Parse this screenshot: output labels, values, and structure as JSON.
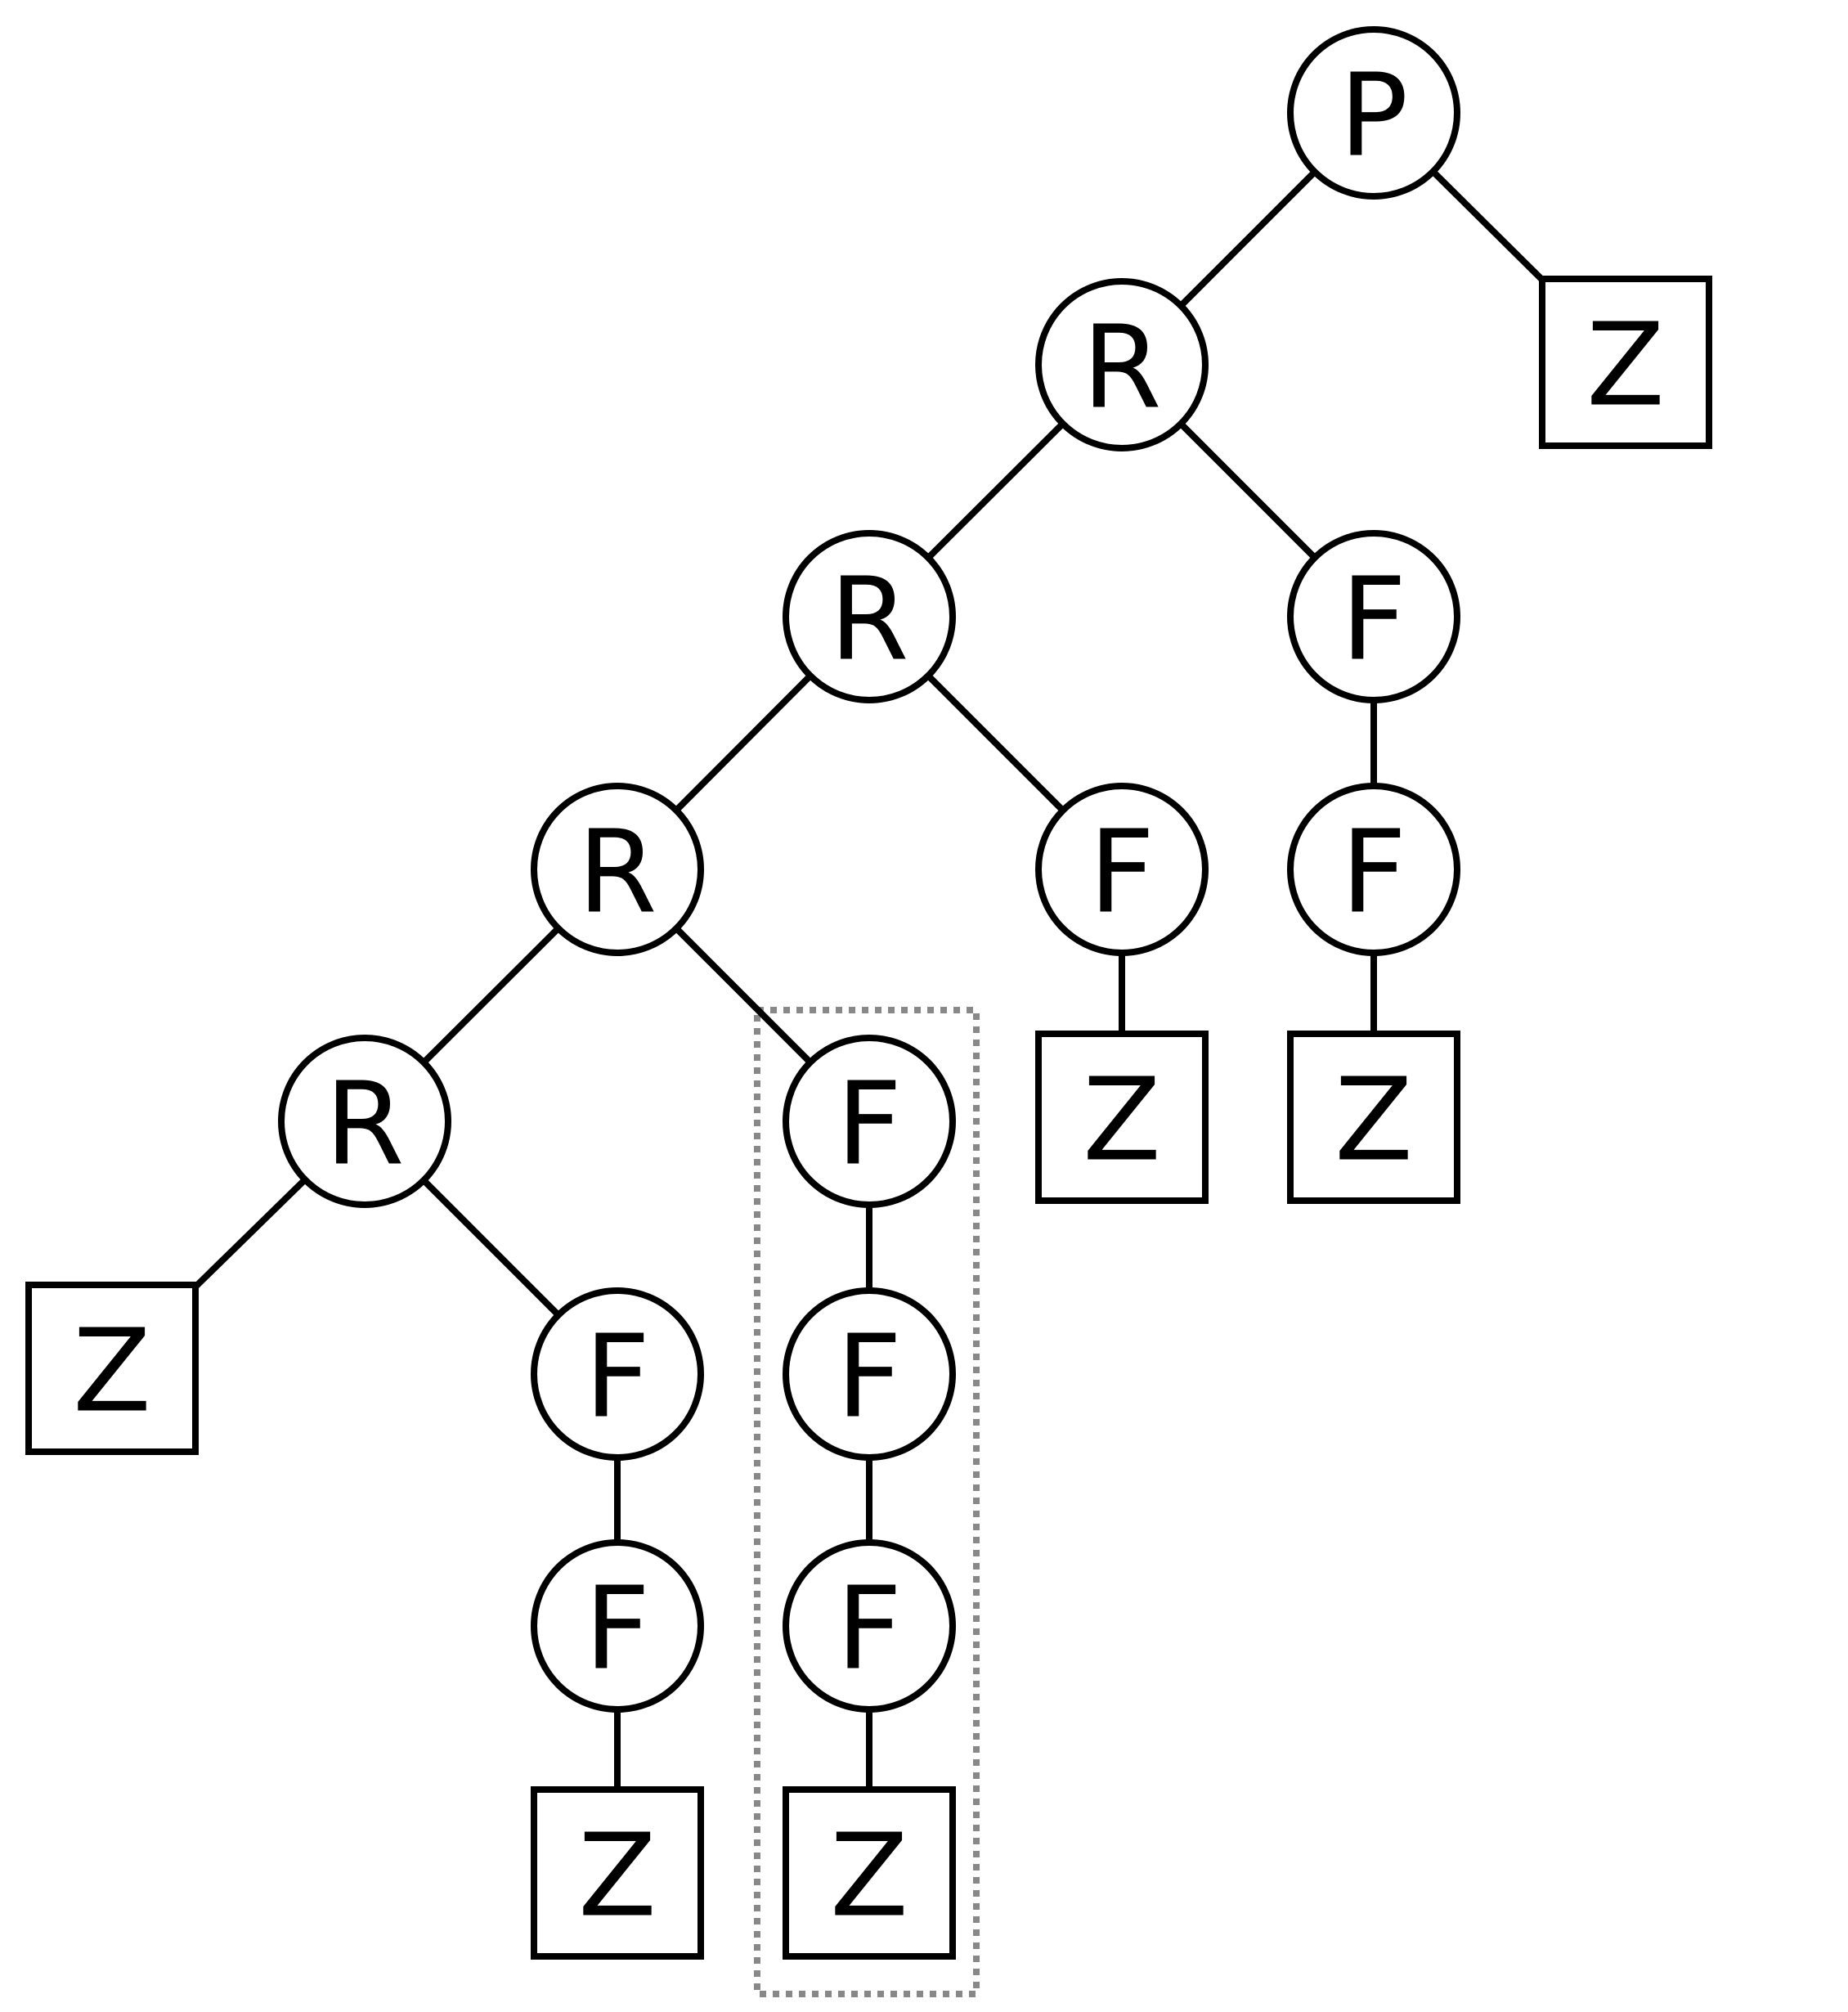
{
  "tree": {
    "nodes": [
      {
        "id": "p",
        "label": "P",
        "shape": "circle"
      },
      {
        "id": "z1",
        "label": "Z",
        "shape": "square"
      },
      {
        "id": "r1",
        "label": "R",
        "shape": "circle"
      },
      {
        "id": "r2",
        "label": "R",
        "shape": "circle"
      },
      {
        "id": "f1",
        "label": "F",
        "shape": "circle"
      },
      {
        "id": "r3",
        "label": "R",
        "shape": "circle"
      },
      {
        "id": "f2",
        "label": "F",
        "shape": "circle"
      },
      {
        "id": "f3",
        "label": "F",
        "shape": "circle"
      },
      {
        "id": "r4",
        "label": "R",
        "shape": "circle"
      },
      {
        "id": "f4",
        "label": "F",
        "shape": "circle"
      },
      {
        "id": "z2",
        "label": "Z",
        "shape": "square"
      },
      {
        "id": "z3",
        "label": "Z",
        "shape": "square"
      },
      {
        "id": "z4",
        "label": "Z",
        "shape": "square"
      },
      {
        "id": "f5",
        "label": "F",
        "shape": "circle"
      },
      {
        "id": "f6",
        "label": "F",
        "shape": "circle"
      },
      {
        "id": "f7",
        "label": "F",
        "shape": "circle"
      },
      {
        "id": "f8",
        "label": "F",
        "shape": "circle"
      },
      {
        "id": "z5",
        "label": "Z",
        "shape": "square"
      },
      {
        "id": "z6",
        "label": "Z",
        "shape": "square"
      }
    ],
    "edges": [
      [
        "p",
        "r1"
      ],
      [
        "p",
        "z1"
      ],
      [
        "r1",
        "r2"
      ],
      [
        "r1",
        "f1"
      ],
      [
        "r2",
        "r3"
      ],
      [
        "r2",
        "f2"
      ],
      [
        "f1",
        "f3"
      ],
      [
        "r3",
        "r4"
      ],
      [
        "r3",
        "f4"
      ],
      [
        "f2",
        "z2"
      ],
      [
        "f3",
        "z3"
      ],
      [
        "r4",
        "z4"
      ],
      [
        "r4",
        "f5"
      ],
      [
        "f4",
        "f6"
      ],
      [
        "f6",
        "f7"
      ],
      [
        "f7",
        "z6"
      ],
      [
        "f5",
        "f8"
      ],
      [
        "f8",
        "z5"
      ]
    ],
    "highlighted_group": [
      "f4",
      "f6",
      "f7",
      "z6"
    ],
    "colors": {
      "stroke": "#000000",
      "fill": "#ffffff",
      "highlight": "#888888"
    }
  }
}
